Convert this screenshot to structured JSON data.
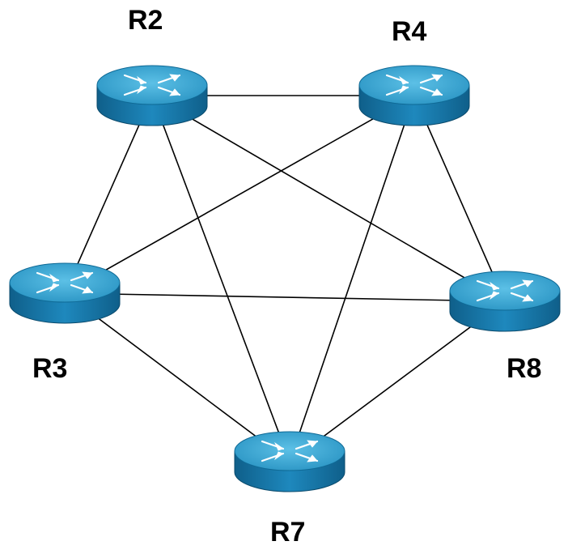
{
  "diagram": {
    "nodes": [
      {
        "id": "R2",
        "label": "R2",
        "icon": "router-icon"
      },
      {
        "id": "R4",
        "label": "R4",
        "icon": "router-icon"
      },
      {
        "id": "R3",
        "label": "R3",
        "icon": "router-icon"
      },
      {
        "id": "R8",
        "label": "R8",
        "icon": "router-icon"
      },
      {
        "id": "R7",
        "label": "R7",
        "icon": "router-icon"
      }
    ],
    "links": [
      [
        "R2",
        "R4"
      ],
      [
        "R2",
        "R3"
      ],
      [
        "R2",
        "R7"
      ],
      [
        "R2",
        "R8"
      ],
      [
        "R4",
        "R3"
      ],
      [
        "R4",
        "R7"
      ],
      [
        "R4",
        "R8"
      ],
      [
        "R3",
        "R8"
      ],
      [
        "R3",
        "R7"
      ],
      [
        "R8",
        "R7"
      ]
    ],
    "colors": {
      "router_top": "#3aa6d0",
      "router_body": "#1b7fb0",
      "router_arrows": "#ffffff",
      "link": "#000000"
    }
  }
}
